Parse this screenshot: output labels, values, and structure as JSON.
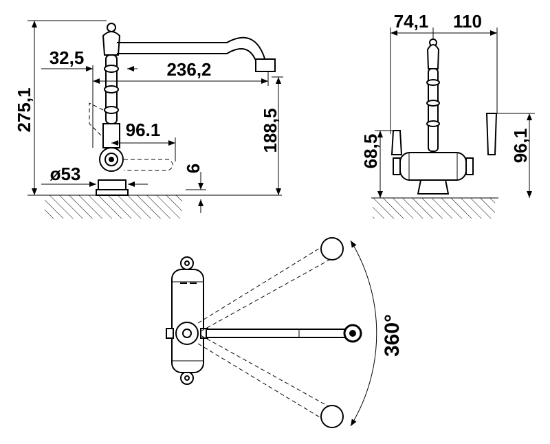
{
  "side_view": {
    "height_total": "275,1",
    "offset": "32,5",
    "spout_reach": "236,2",
    "spout_height": "188,5",
    "handle_reach": "96.1",
    "base_diameter": "ø53",
    "base_thickness": "6"
  },
  "front_view": {
    "left_width": "74,1",
    "right_width": "110",
    "handle_height_left": "68,5",
    "handle_height_right": "96,1"
  },
  "top_view": {
    "rotation": "360°"
  }
}
